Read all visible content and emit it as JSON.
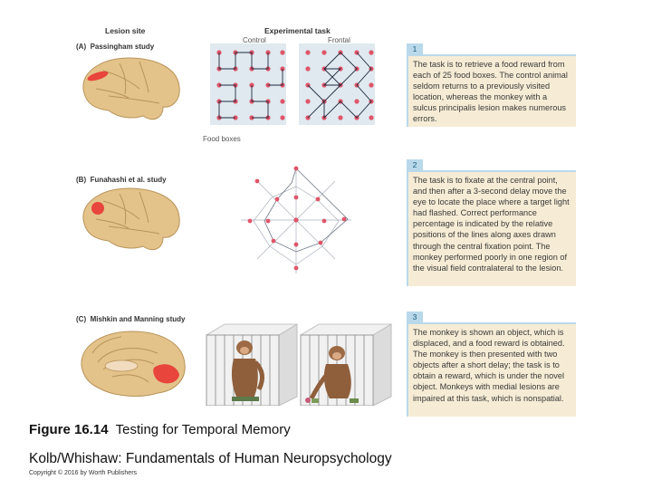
{
  "headers": {
    "lesion_site": "Lesion site",
    "experimental_task": "Experimental task",
    "control": "Control",
    "frontal": "Frontal",
    "food_boxes": "Food boxes"
  },
  "studies": [
    {
      "label": "(A)",
      "name": "Passingham study",
      "number": "1",
      "description": "The task is to retrieve a food reward from each of 25 food boxes. The control animal seldom returns to a previously visited location, whereas the monkey with a sulcus principalis lesion makes numerous errors."
    },
    {
      "label": "(B)",
      "name": "Funahashi et al. study",
      "number": "2",
      "description": "The task is to fixate at the central point, and then after a 3-second delay move the eye to locate the place where a target light had flashed. Correct performance percentage is indicated by the relative positions of the lines along axes drawn through the central fixation point. The monkey performed poorly in one region of the visual field contralateral to the lesion."
    },
    {
      "label": "(C)",
      "name": "Mishkin and Manning study",
      "number": "3",
      "description": "The monkey is shown an object, which is displaced, and a food reward is obtained. The monkey is then presented with two objects after a short delay; the task is to obtain a reward, which is under the novel object. Monkeys with medial lesions are impaired at this task, which is nonspatial."
    }
  ],
  "caption": {
    "figure_label": "Figure 16.14",
    "figure_title": "Testing for Temporal Memory"
  },
  "book_title": "Kolb/Whishaw: Fundamentals of Human Neuropsychology",
  "copyright": "Copyright © 2016 by Worth Publishers",
  "colors": {
    "lesion_red": "#e8453c",
    "brain_tan": "#e3c38a",
    "panel_bg": "#f6ecd5",
    "panel_accent": "#b9d9ea",
    "grid_bg": "#dfe9ef",
    "dot_red": "#e0556a"
  }
}
